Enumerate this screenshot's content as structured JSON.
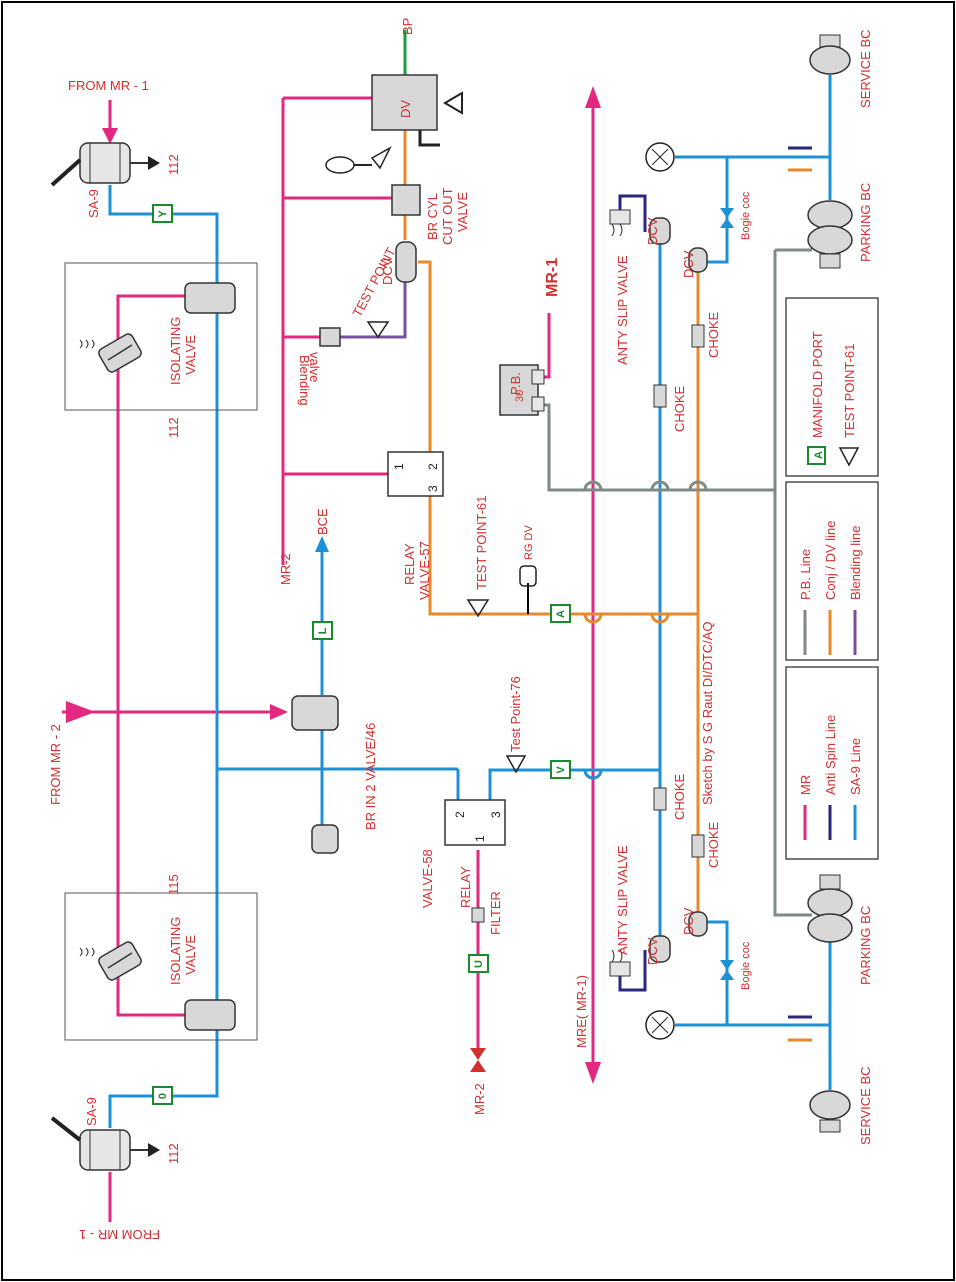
{
  "colors": {
    "mr": "#e2297f",
    "anti_spin": "#2b2680",
    "sa9": "#1e90d6",
    "pb": "#808a85",
    "conj_dv": "#e8892b",
    "blending": "#7a4f9e",
    "bp": "#1f9a44",
    "label": "#d32f2f",
    "port": "#1b8a2e"
  },
  "labels": {
    "from_mr1_top": "FROM MR - 1",
    "from_mr1_bottom": "FROM MR - 1",
    "from_mr2": "FROM MR - 2",
    "sa9_top": "SA-9",
    "sa9_bottom": "SA-9",
    "n112_top": "112",
    "n112_mid": "112",
    "n112_bottom": "112",
    "n115": "115",
    "isolating_valve_top_1": "ISOLATING",
    "isolating_valve_top_2": "VALVE",
    "isolating_valve_bot_1": "ISOLATING",
    "isolating_valve_bot_2": "VALVE",
    "br_in_2": "BR IN 2 VALVE/46",
    "bce": "BCE",
    "mr2_top": "MR-2",
    "mr2_bottom": "MR-2",
    "filter": "FILTER",
    "relay57_1": "RELAY",
    "relay57_2": "VALVE-57",
    "relay58_1": "RELAY",
    "relay58_2": "VALVE-58",
    "test_point_61": "TEST POINT-61",
    "test_point_76": "Test Point-76",
    "test_point": "TEST POINT",
    "rg_dv": "RG DV",
    "blending_1": "Blending",
    "blending_2": "valve",
    "dcv": "DCV",
    "dv": "DV",
    "bp": "BP",
    "br_cyl_1": "BR CYL",
    "br_cyl_2": "CUT OUT",
    "br_cyl_3": "VALVE",
    "mr1": "MR-1",
    "mre": "MRE( MR-1)",
    "pb": "P.B.",
    "pb_num": "30",
    "anty_slip": "ANTY SLIP VALVE",
    "choke": "CHOKE",
    "bogie_coc": "Bogie coc",
    "sketch_by": "Sketch by S G Raut DI/DTC/AQ",
    "service_bc": "SERVICE BC",
    "parking_bc": "PARKING BC",
    "relay_1": "1",
    "relay_2": "2",
    "relay_3": "3"
  },
  "ports": {
    "y": "Y",
    "zero": "0",
    "l": "L",
    "u": "U",
    "v": "V",
    "a": "A"
  },
  "legend": {
    "col1": [
      "MR",
      "Anti Spin Line",
      "SA-9 Line"
    ],
    "col2": [
      "P.B. Line",
      "Conj / DV line",
      "Blending line"
    ],
    "col3_port_symbol": "A",
    "col3": [
      "MANIFOLD PORT",
      "TEST POINT-61"
    ]
  }
}
